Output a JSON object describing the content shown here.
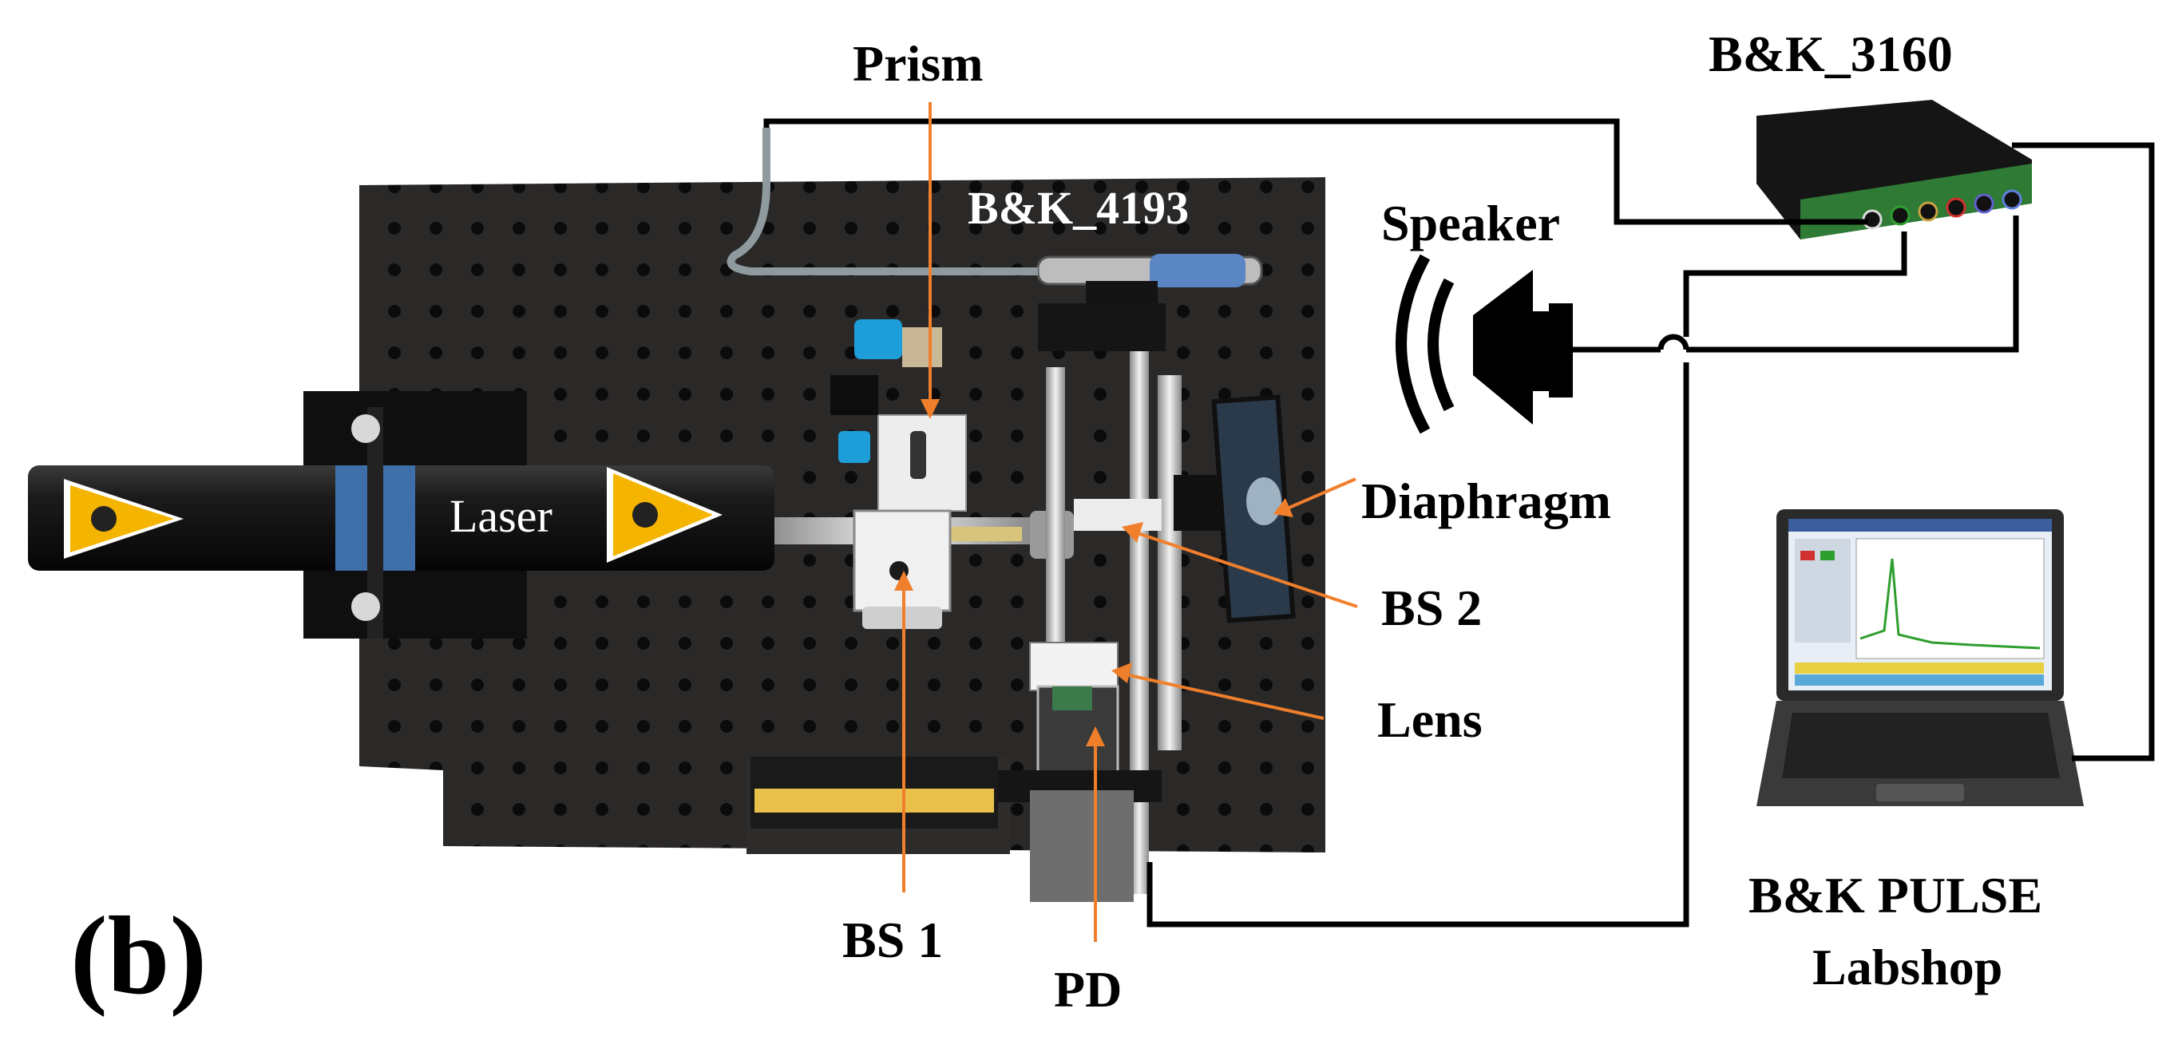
{
  "figure": {
    "panel_label": "(b)",
    "components": {
      "prism": "Prism",
      "bk_4193": "B&K_4193",
      "laser": "Laser",
      "speaker": "Speaker",
      "diaphragm": "Diaphragm",
      "bs2": "BS 2",
      "lens": "Lens",
      "bs1": "BS 1",
      "pd": "PD",
      "bk_3160": "B&K_3160",
      "pulse_line1": "B&K PULSE",
      "pulse_line2": "Labshop"
    }
  },
  "colors": {
    "annotation": "#f07f2c",
    "cable": "#000000",
    "breadboard": "#2a2727",
    "laser_body": "#141414",
    "warning_yellow": "#f4b400",
    "analyzer_green": "#3a8a3a"
  }
}
